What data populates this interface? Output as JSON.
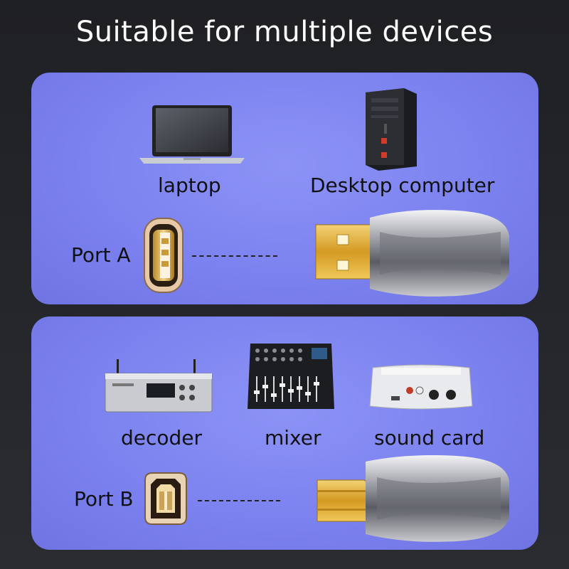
{
  "title": "Suitable for multiple devices",
  "port_a": {
    "label": "Port A",
    "devices": [
      {
        "label": "laptop",
        "icon": "laptop-icon"
      },
      {
        "label": "Desktop computer",
        "icon": "desktop-computer-icon"
      }
    ]
  },
  "port_b": {
    "label": "Port B",
    "devices": [
      {
        "label": "decoder",
        "icon": "decoder-icon"
      },
      {
        "label": "mixer",
        "icon": "mixer-icon"
      },
      {
        "label": "sound card",
        "icon": "sound-card-icon"
      }
    ]
  },
  "colors": {
    "panel": "#7a80ee",
    "background": "#25262b",
    "gold": "#d9a52a"
  }
}
